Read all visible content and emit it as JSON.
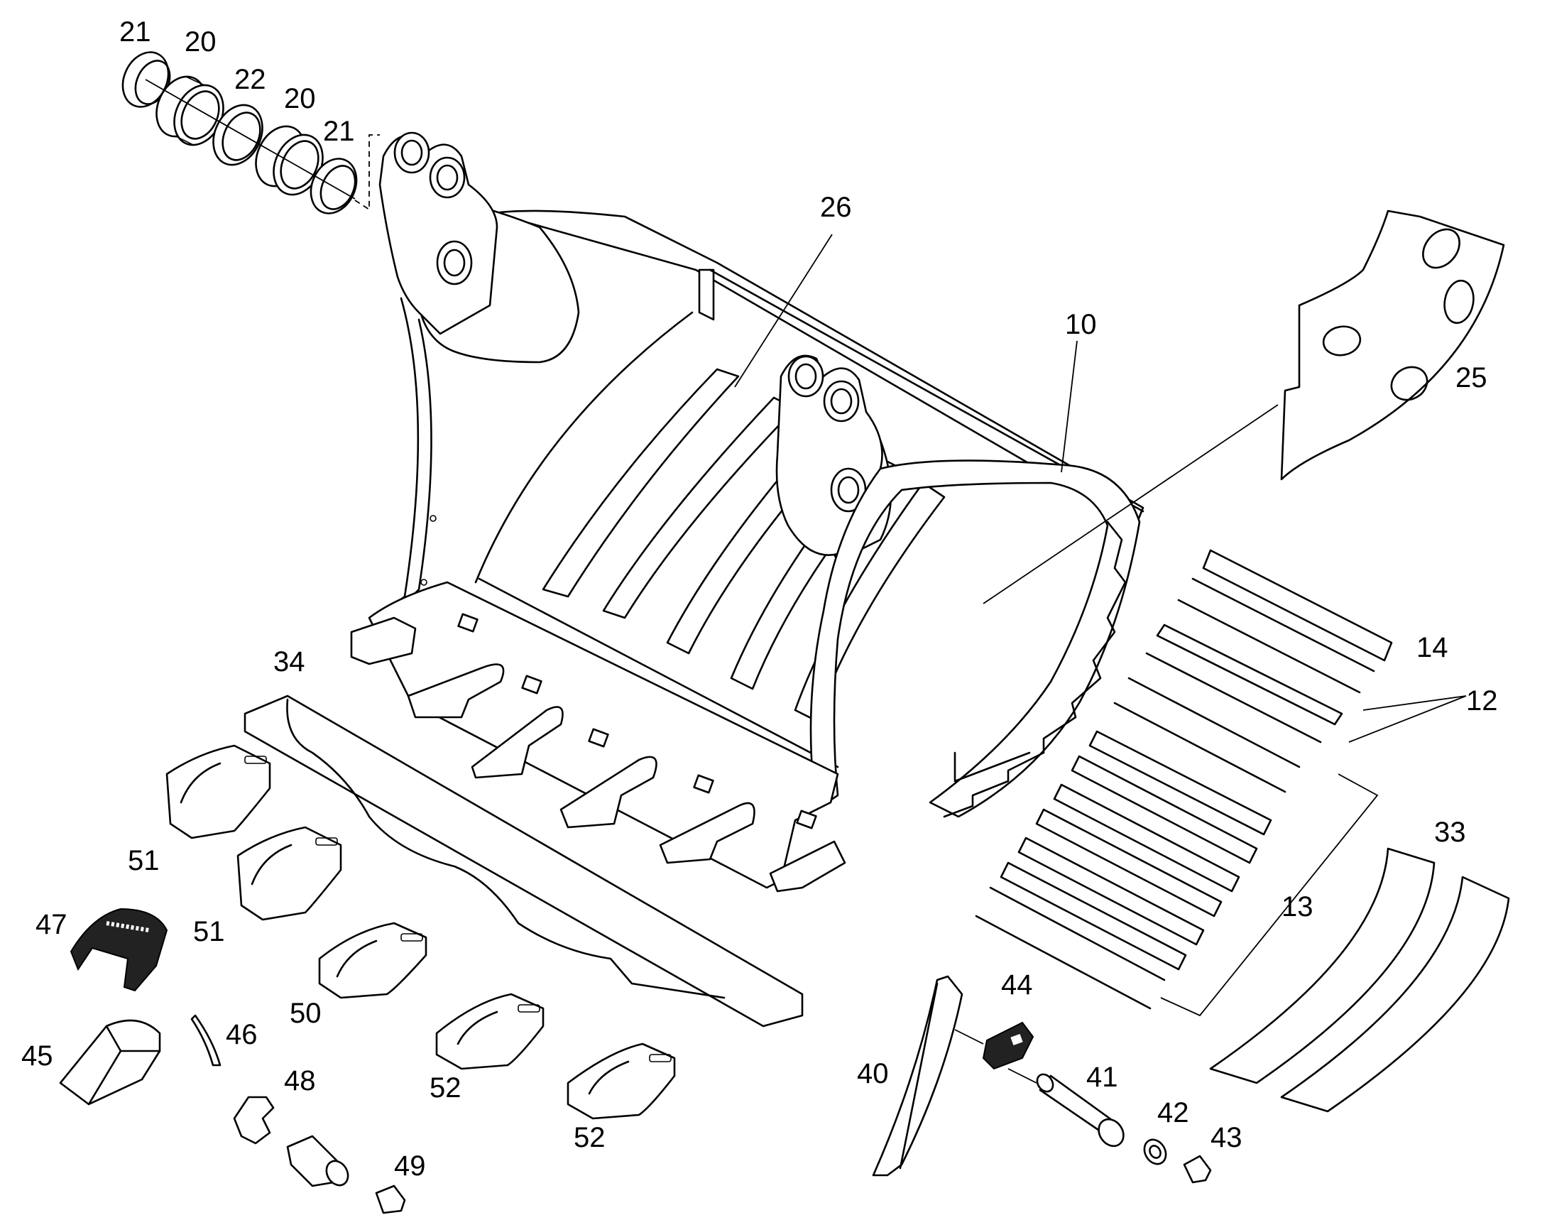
{
  "labels": {
    "p10": "10",
    "p12": "12",
    "p13": "13",
    "p14": "14",
    "p20a": "20",
    "p20b": "20",
    "p21a": "21",
    "p21b": "21",
    "p22": "22",
    "p25": "25",
    "p26": "26",
    "p33": "33",
    "p34": "34",
    "p40": "40",
    "p41": "41",
    "p42": "42",
    "p43": "43",
    "p44": "44",
    "p45": "45",
    "p46": "46",
    "p47": "47",
    "p48": "48",
    "p49": "49",
    "p50": "50",
    "p51a": "51",
    "p51b": "51",
    "p52a": "52",
    "p52b": "52"
  }
}
